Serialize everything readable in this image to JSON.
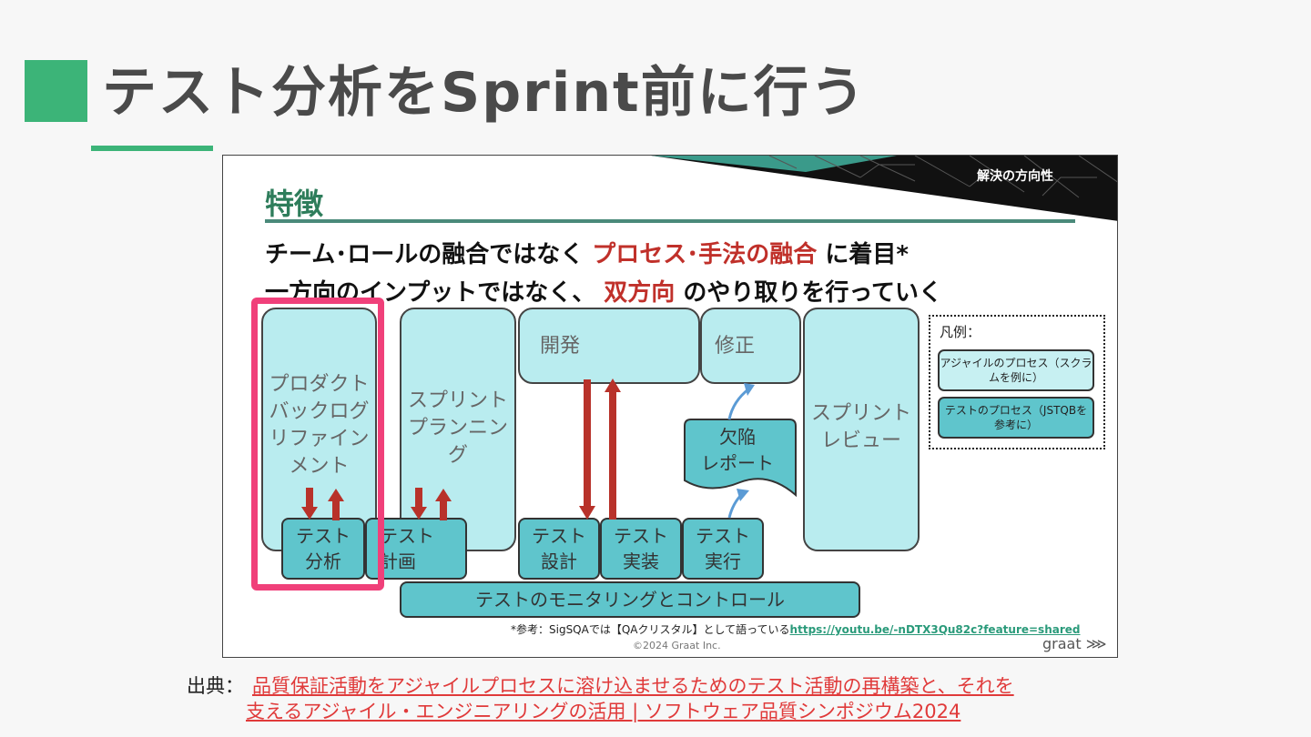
{
  "title": "テスト分析をSprint前に行う",
  "slide": {
    "banner_text": "解決の方向性",
    "section_title": "特徴",
    "features": [
      {
        "pre": "チーム･ロールの融合ではなく ",
        "highlight": "プロセス･手法の融合",
        "post": " に着目*"
      },
      {
        "pre": "一方向のインプットではなく、 ",
        "highlight": "双方向",
        "post": " のやり取りを行っていく"
      }
    ],
    "diagram": {
      "backlog_refinement": "プロダクト\nバックログ\nリファイン\nメント",
      "sprint_planning": "スプリント\nプランニン\nグ",
      "development": "開発",
      "fix": "修正",
      "sprint_review": "スプリント\nレビュー",
      "defect_report": "欠陥\nレポート",
      "test_analysis": "テスト\n分析",
      "test_planning": "テスト\n計画",
      "test_design": "テスト\n設計",
      "test_implementation": "テスト\n実装",
      "test_execution": "テスト\n実行",
      "monitoring": "テストのモニタリングとコントロール"
    },
    "legend": {
      "title": "凡例：",
      "agile": "アジャイルのプロセス（スクラムを例に）",
      "test": "テストのプロセス（JSTQBを参考に）"
    },
    "note_text": "*参考：SigSQAでは【QAクリスタル】として語っている",
    "note_link": "https://youtu.be/-nDTX3Qu82c?feature=shared",
    "copyright": "©2024 Graat Inc.",
    "logo": "graat ⋙"
  },
  "source": {
    "label": "出典：",
    "link_line1": "品質保証活動をアジャイルプロセスに溶け込ませるためのテスト活動の再構築と、それを",
    "link_line2": "支えるアジャイル・エンジニアリングの活用 | ソフトウェア品質シンポジウム2024"
  },
  "colors": {
    "accent_green": "#3cb478",
    "highlight_pink": "#f0407a",
    "agile_box": "#b9ecef",
    "test_box": "#5fc5cc",
    "arrow_red": "#b8322a",
    "arrow_blue": "#5b9bd5",
    "emphasis_red": "#c0302a",
    "link_red": "#e03a3a"
  }
}
